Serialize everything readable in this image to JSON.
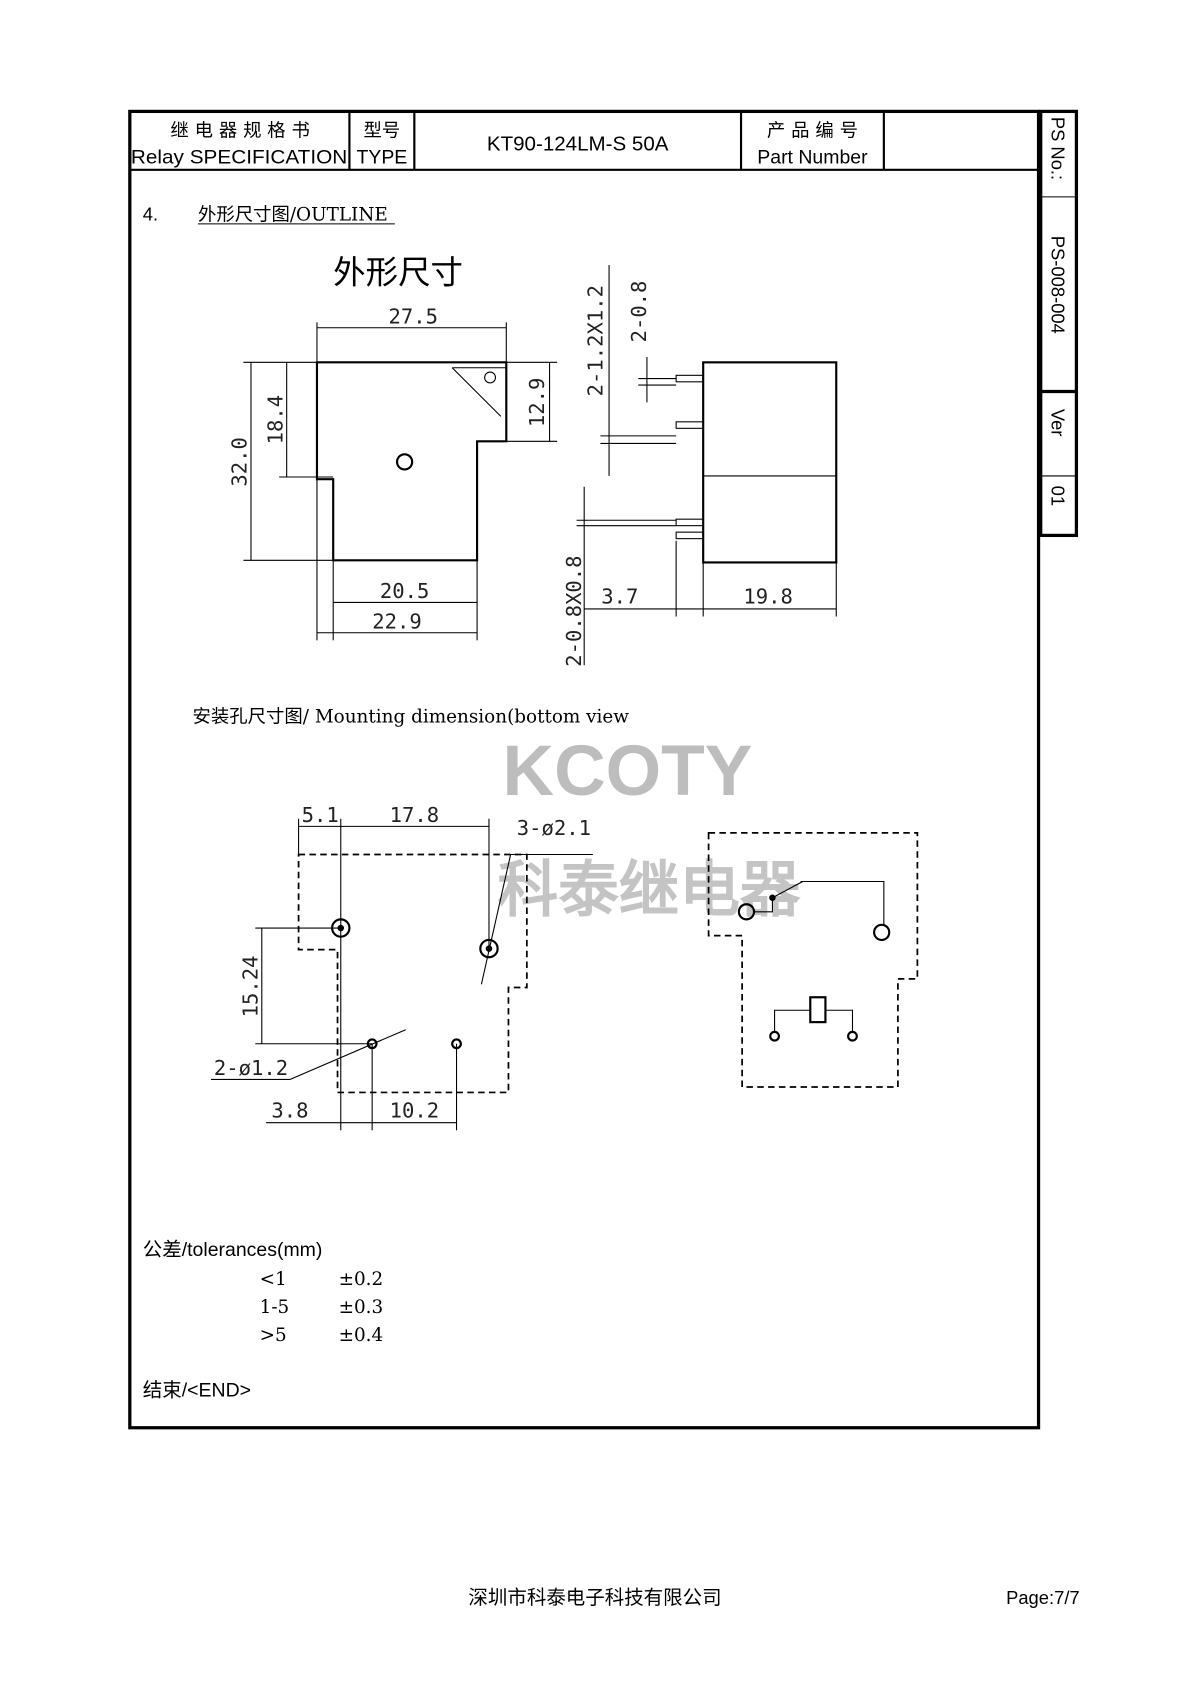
{
  "header": {
    "spec_cn": "继 电 器 规 格 书",
    "spec_en": "Relay SPECIFICATION",
    "type_cn": "型号",
    "type_en": "TYPE",
    "type_value": "KT90-124LM-S 50A",
    "part_cn": "产 品 编 号",
    "part_en": "Part Number",
    "part_value": ""
  },
  "side": {
    "ps_label": "PS No.:",
    "ps_value": "PS-008-004",
    "ver_label": "Ver",
    "ver_value": "01"
  },
  "section": {
    "number": "4.",
    "title": "外形尺寸图/OUTLINE",
    "drawing_title": "外形尺寸",
    "mounting_title": "安装孔尺寸图/ Mounting  dimension(bottom view"
  },
  "outline_dims": {
    "width_top": "27.5",
    "height_total": "32.0",
    "height_upper": "18.4",
    "height_right": "12.9",
    "width_bottom": "20.5",
    "width_mid": "22.9",
    "pin_big": "2-1.2X1.2",
    "pin_small_top": "2-0.8",
    "pin_small_bottom": "2-0.8X0.8",
    "pin_offset": "3.7",
    "depth": "19.8"
  },
  "mount_dims": {
    "d1": "5.1",
    "d2": "17.8",
    "holes_big": "3-ø2.1",
    "vertical": "15.24",
    "holes_small": "2-ø1.2",
    "d3": "3.8",
    "d4": "10.2"
  },
  "watermark": {
    "brand": "KCOTY",
    "brand_cn": "科泰继电器"
  },
  "tolerances": {
    "title": "公差/tolerances(mm)",
    "rows": [
      {
        "range": "<1",
        "value": "±0.2"
      },
      {
        "range": "1-5",
        "value": "±0.3"
      },
      {
        "range": ">5",
        "value": "±0.4"
      }
    ]
  },
  "end_label": "结束/<END>",
  "footer": {
    "company": "深圳市科泰电子科技有限公司",
    "page": "Page:7/7"
  }
}
